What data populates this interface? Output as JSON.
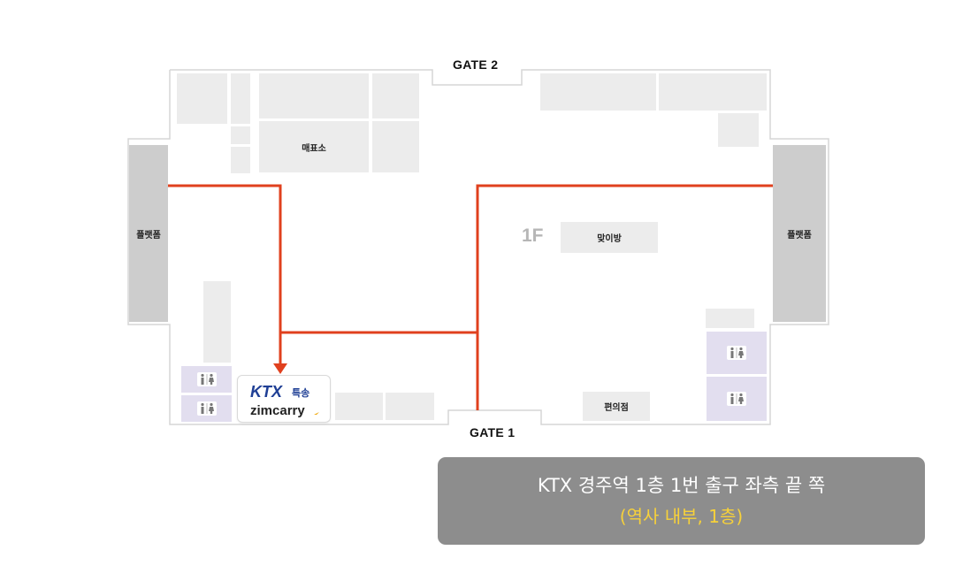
{
  "map": {
    "gates": {
      "top": "GATE 2",
      "bottom": "GATE 1"
    },
    "floor": "1F",
    "rooms": {
      "ticket_office": "매표소",
      "meeting_room": "맞이방",
      "convenience_store": "편의점"
    },
    "platforms": {
      "left": "플랫폼",
      "right": "플랫폼"
    },
    "route_color": "#e0401e",
    "logo": {
      "ktx": "KTX",
      "ktx_suffix": "특송",
      "brand": "zimcarry"
    }
  },
  "caption": {
    "line1": "KTX 경주역 1층 1번 출구 좌측 끝 쪽",
    "line2": "(역사 내부, 1층)"
  },
  "colors": {
    "room_fill": "#ececec",
    "platform_fill": "#cdcdcd",
    "restroom_fill": "#e2deef",
    "caption_bg": "#8d8d8d",
    "caption_highlight": "#f7d13a"
  }
}
